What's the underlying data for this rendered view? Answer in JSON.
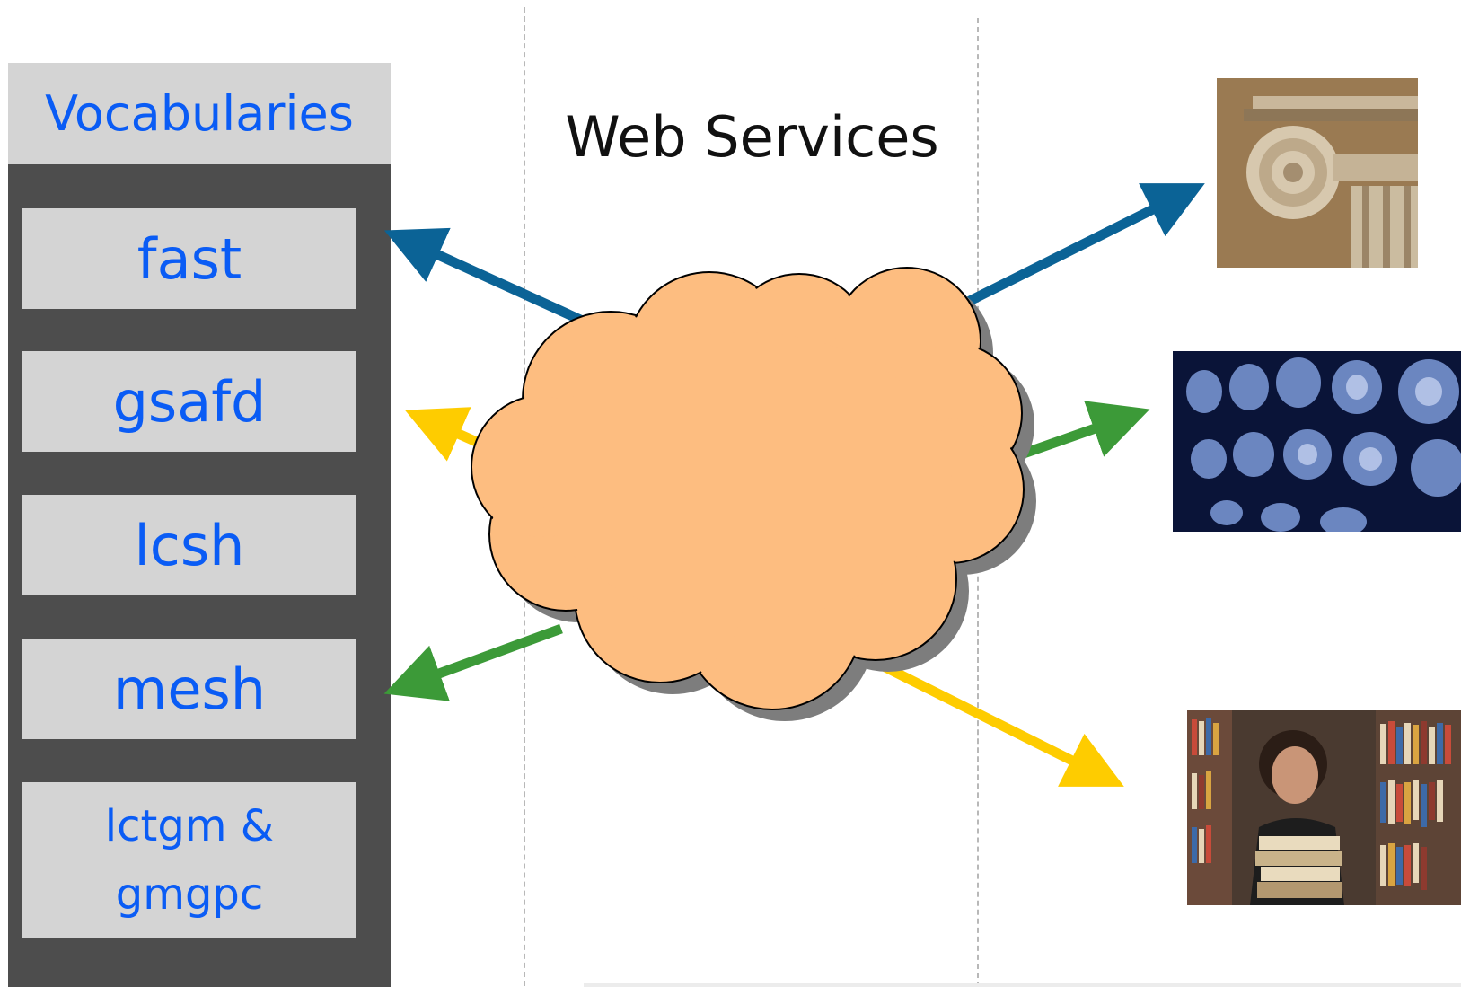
{
  "header": {
    "vocabularies_label": "Vocabularies"
  },
  "vocabularies": [
    {
      "label": "fast"
    },
    {
      "label": "gsafd"
    },
    {
      "label": "lcsh"
    },
    {
      "label": "mesh"
    },
    {
      "label": "lctgm &\ngmgpc"
    }
  ],
  "title": "Web Services",
  "colors": {
    "vocab_text": "#0a5cf5",
    "panel_dark": "#4d4d4d",
    "panel_light": "#d4d4d4",
    "cloud_fill": "#fdbd80",
    "arrow_blue": "#0b6396",
    "arrow_yellow": "#fecc00",
    "arrow_green": "#3c9a38"
  },
  "images": [
    {
      "icon": "ionic-column-capital"
    },
    {
      "icon": "brain-mri-scans"
    },
    {
      "icon": "woman-holding-books-in-library"
    }
  ]
}
